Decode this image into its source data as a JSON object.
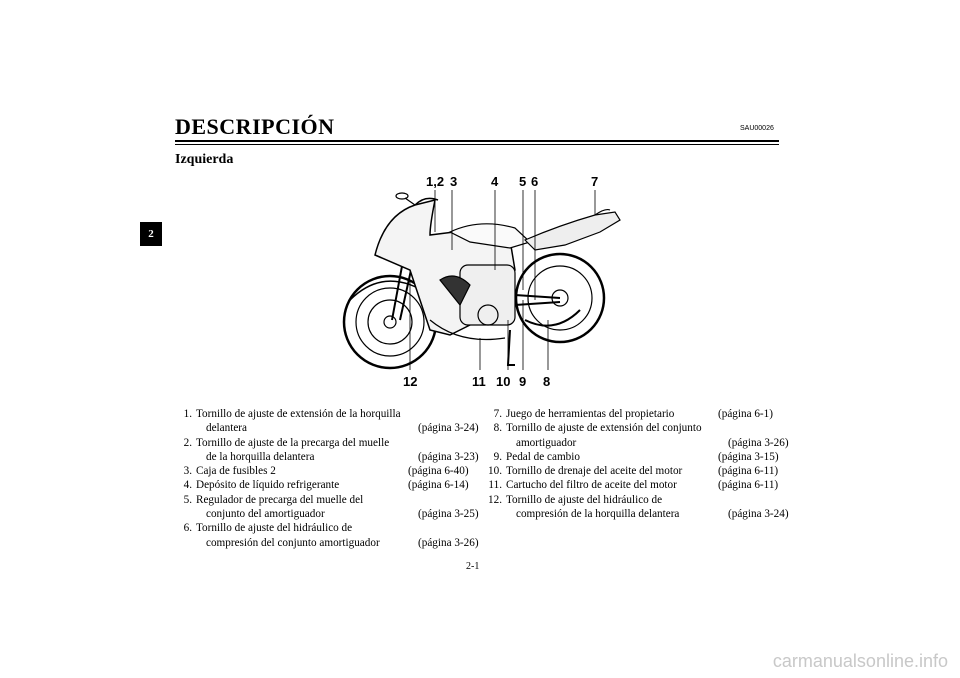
{
  "header": {
    "title": "DESCRIPCIÓN",
    "code": "SAU00026",
    "subtitle": "Izquierda",
    "chapter_tab": "2"
  },
  "figure": {
    "callouts_top": [
      "1,2",
      "3",
      "4",
      "5",
      "6",
      "7"
    ],
    "callouts_bottom": [
      "12",
      "11",
      "10",
      "9",
      "8"
    ]
  },
  "left_items": [
    {
      "num": "1.",
      "lines": [
        "Tornillo de ajuste de extensión de la horquilla",
        "delantera"
      ],
      "page": "(página 3-24)"
    },
    {
      "num": "2.",
      "lines": [
        "Tornillo de ajuste de la precarga del muelle",
        "de la horquilla delantera"
      ],
      "page": "(página 3-23)"
    },
    {
      "num": "3.",
      "lines": [
        "Caja de fusibles 2"
      ],
      "page": "(página 6-40)"
    },
    {
      "num": "4.",
      "lines": [
        "Depósito de líquido refrigerante"
      ],
      "page": "(página 6-14)"
    },
    {
      "num": "5.",
      "lines": [
        "Regulador de precarga del muelle del",
        "conjunto del amortiguador"
      ],
      "page": "(página 3-25)"
    },
    {
      "num": "6.",
      "lines": [
        "Tornillo de ajuste del hidráulico de",
        "compresión del conjunto amortiguador"
      ],
      "page": "(página 3-26)"
    }
  ],
  "right_items": [
    {
      "num": "7.",
      "lines": [
        "Juego de herramientas del propietario"
      ],
      "page": "(página 6-1)"
    },
    {
      "num": "8.",
      "lines": [
        "Tornillo de ajuste de extensión del conjunto",
        "amortiguador"
      ],
      "page": "(página 3-26)"
    },
    {
      "num": "9.",
      "lines": [
        "Pedal de cambio"
      ],
      "page": "(página 3-15)"
    },
    {
      "num": "10.",
      "lines": [
        "Tornillo de drenaje del aceite del motor"
      ],
      "page": "(página 6-11)"
    },
    {
      "num": "11.",
      "lines": [
        "Cartucho del filtro de aceite del motor"
      ],
      "page": "(página 6-11)"
    },
    {
      "num": "12.",
      "lines": [
        "Tornillo de ajuste del hidráulico de",
        "compresión de la horquilla delantera"
      ],
      "page": "(página 3-24)"
    }
  ],
  "footer": {
    "page_number": "2-1",
    "watermark": "carmanualsonline.info"
  }
}
